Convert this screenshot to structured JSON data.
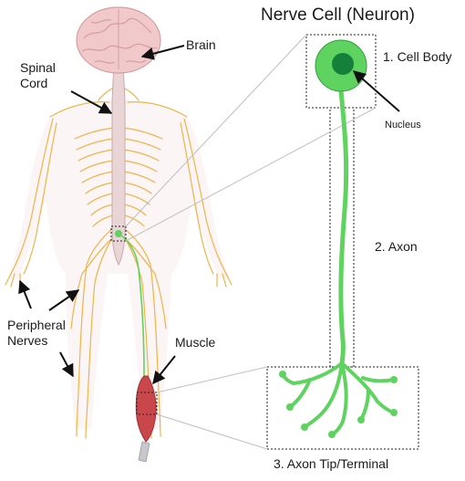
{
  "title": "Nerve Cell (Neuron)",
  "labels": {
    "brain": "Brain",
    "spinal_cord_line1": "Spinal",
    "spinal_cord_line2": "Cord",
    "peripheral_line1": "Peripheral",
    "peripheral_line2": "Nerves",
    "muscle": "Muscle",
    "cell_body": "1. Cell Body",
    "nucleus": "Nucleus",
    "axon": "2. Axon",
    "axon_terminal": "3. Axon Tip/Terminal"
  },
  "colors": {
    "nerve": "#f0b347",
    "body_fill": "#f6eeee",
    "brain": "#f1c9cb",
    "spinal_cord": "#e9d4d6",
    "neuron": "#5fd35f",
    "neuron_dark": "#2f9e3c",
    "nucleus": "#14803a",
    "muscle": "#c9474a",
    "arrow": "#111111",
    "connector": "#bfbfbf"
  }
}
